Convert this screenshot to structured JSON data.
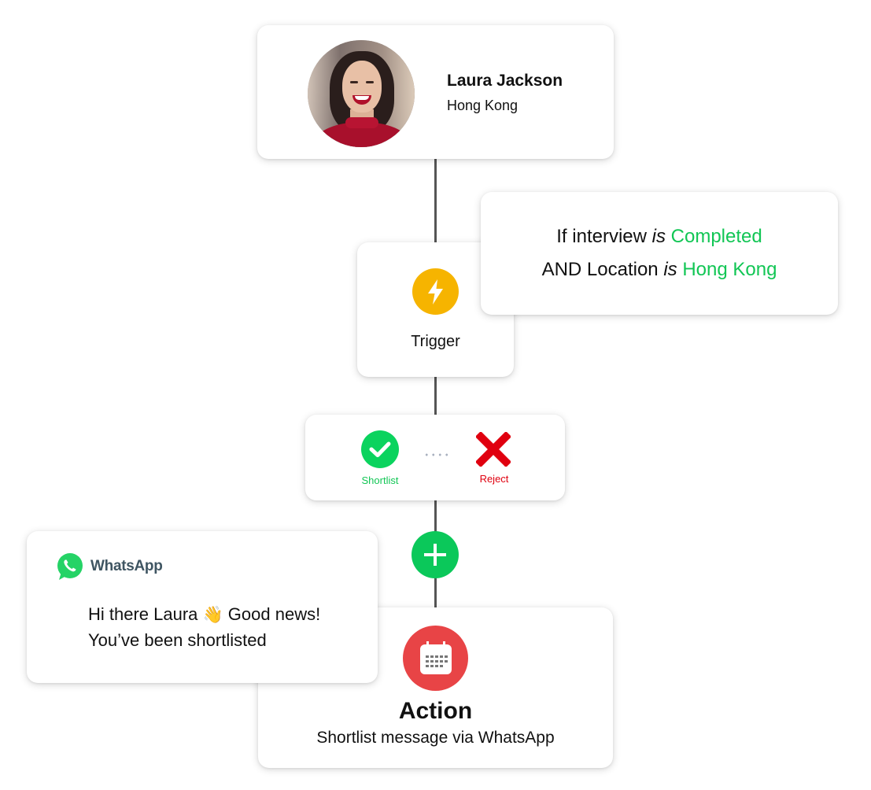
{
  "profile": {
    "name": "Laura Jackson",
    "location": "Hong Kong",
    "avatar": "profile-photo"
  },
  "condition": {
    "line1": {
      "prefix": "If  interview ",
      "operator": "is",
      "value": "Completed"
    },
    "line2": {
      "prefix": "AND Location ",
      "operator": "is",
      "value": "Hong Kong"
    },
    "value_color": "#12c655"
  },
  "trigger": {
    "icon": "lightning-bolt-icon",
    "label": "Trigger",
    "color": "#f6b400"
  },
  "decision": {
    "shortlist": {
      "label": "Shortlist",
      "icon": "check-circle-icon",
      "color": "#0bd35e"
    },
    "reject": {
      "label": "Reject",
      "icon": "x-icon",
      "color": "#e0000f"
    }
  },
  "add_step": {
    "icon": "plus-icon",
    "color": "#0bc85a"
  },
  "action": {
    "icon": "calendar-icon",
    "title": "Action",
    "subtitle": "Shortlist message via WhatsApp",
    "color": "#e84446"
  },
  "whatsapp_message": {
    "brand": "WhatsApp",
    "line1_start": "Hi there Laura ",
    "emoji": "👋",
    "line1_end": " Good news!",
    "line2": "You’ve been shortlisted"
  }
}
